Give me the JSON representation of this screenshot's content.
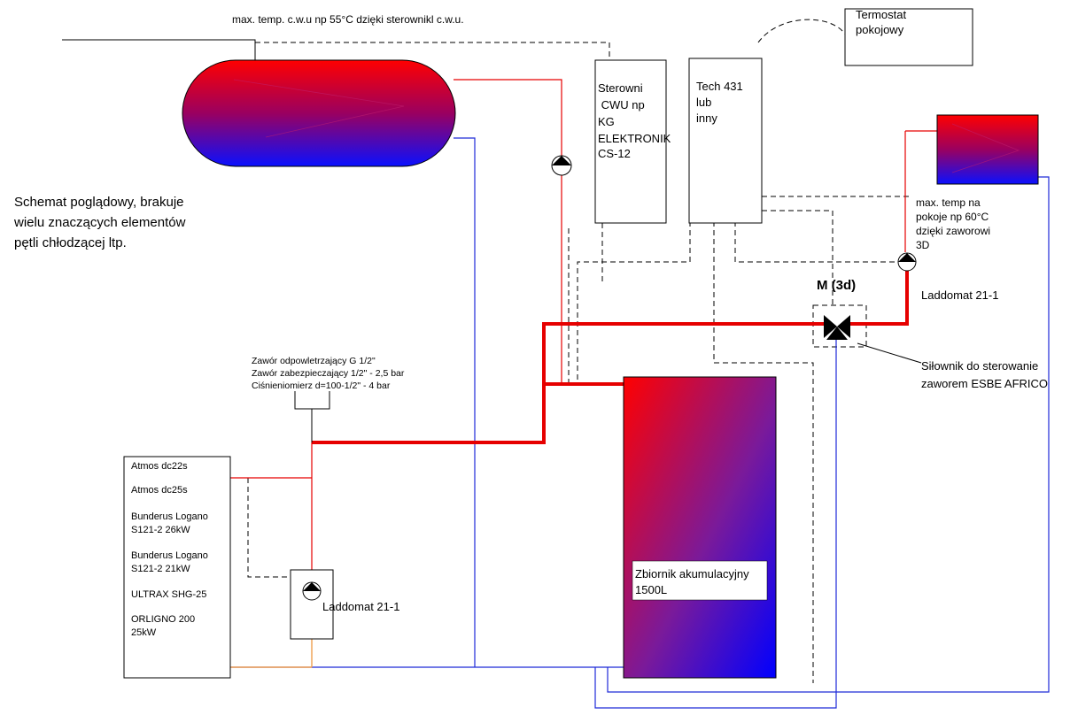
{
  "colors": {
    "supply_red": "#e60000",
    "return_blue": "#1e2ad8",
    "control_dashed": "#000000",
    "orange_line": "#f0a050",
    "gradient_top": "#ff0000",
    "gradient_bottom": "#0000ff"
  },
  "labels": {
    "top_note": "max. temp. c.w.u np 55°C dzięki sterownikl c.w.u.",
    "schematic_note": [
      "Schemat poglądowy, brakuje",
      "wielu znaczących elementów",
      "pętli chłodzącej ltp."
    ],
    "cwu_controller": [
      "Sterowni",
      " CWU np",
      "KG",
      "ELEKTRONIK",
      "CS-12"
    ],
    "tech_controller": [
      "Tech 431",
      "lub",
      "inny"
    ],
    "thermostat": [
      "Termostat",
      "pokojowy"
    ],
    "room_temp_note": [
      "max. temp na",
      "pokoje np 60°C",
      "dzięki zaworowi",
      "3D"
    ],
    "valve_title": "M (3d)",
    "laddomat_right": "Laddomat 21-1",
    "actuator_note": [
      "Siłownik do sterowanie",
      "zaworem ESBE AFRICO"
    ],
    "safety_group": [
      "Zawór odpowletrzający G 1/2\"",
      "Zawór zabezpieczający 1/2\" - 2,5 bar",
      "Ciśnieniomierz d=100-1/2\" - 4 bar"
    ],
    "tank_label": [
      "Zbiornik akumulacyjny",
      "1500L"
    ],
    "laddomat_left": "Laddomat 21-1"
  },
  "boilers": [
    [
      "Atmos dc22s"
    ],
    [
      "Atmos dc25s"
    ],
    [
      "Bunderus Logano",
      "S121-2 26kW"
    ],
    [
      "Bunderus Logano",
      "S121-2 21kW"
    ],
    [
      "ULTRAX SHG-25"
    ],
    [
      "ORLIGNO 200",
      "25kW"
    ]
  ]
}
